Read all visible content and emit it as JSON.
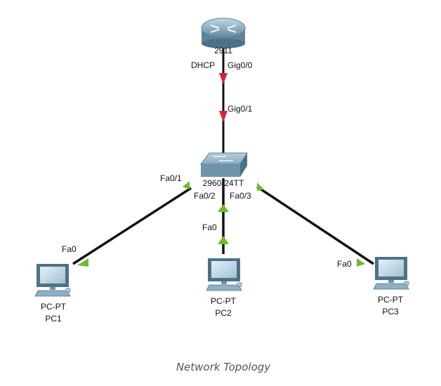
{
  "devices": {
    "router": {
      "model": "2911"
    },
    "switch": {
      "model": "2960-24TT"
    },
    "pc1": {
      "type": "PC-PT",
      "name": "PC1"
    },
    "pc2": {
      "type": "PC-PT",
      "name": "PC2"
    },
    "pc3": {
      "type": "PC-PT",
      "name": "PC3"
    }
  },
  "labels": {
    "dhcp": "DHCP",
    "router_port": "Gig0/0",
    "switch_uplink_port": "Gig0/1",
    "switch_port_pc1": "Fa0/1",
    "switch_port_pc2": "Fa0/2",
    "switch_port_pc3": "Fa0/3",
    "pc1_port": "Fa0",
    "pc2_port": "Fa0",
    "pc3_port": "Fa0"
  },
  "link_status": {
    "router_to_switch": "down",
    "switch_to_pc1": "up",
    "switch_to_pc2": "up",
    "switch_to_pc3": "up"
  },
  "colors": {
    "link": "#111111",
    "status_up": "#6dbb2f",
    "status_down": "#d0263a",
    "device_body": "#7fa6bc",
    "device_dark": "#4d7286"
  },
  "caption": "Network Topology"
}
